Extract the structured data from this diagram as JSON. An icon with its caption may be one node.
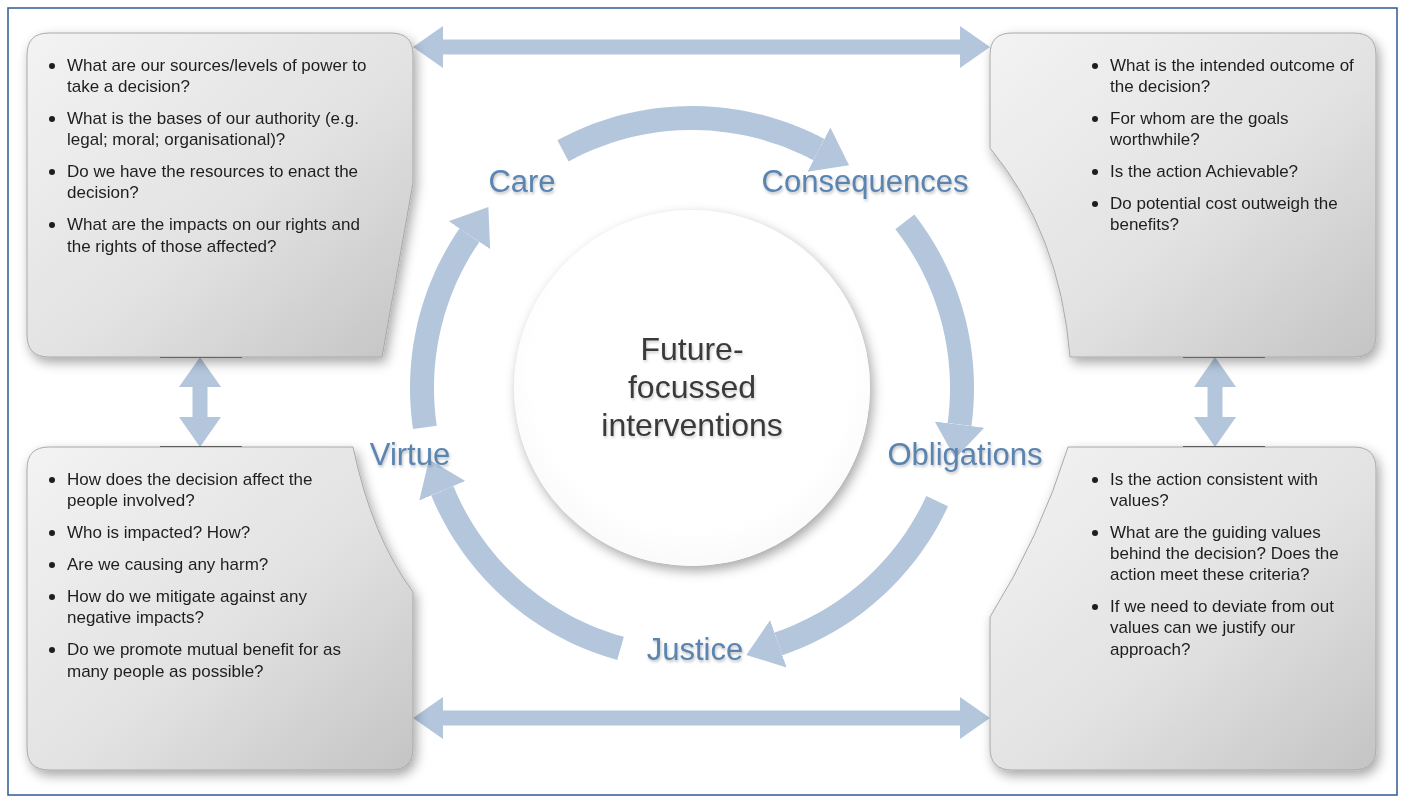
{
  "diagram": {
    "nodes": [
      {
        "text": [
          "What are our sources/levels of power to take a decision?",
          "What is the bases of our authority (e.g. legal; moral; organisational)?",
          "Do we have the resources to enact the decision?",
          "What are the impacts on our rights and the rights of those affected?"
        ]
      },
      {
        "text": [
          "What is the intended outcome of the decision?",
          "For whom are the goals worthwhile?",
          "Is the action Achievable?",
          "Do potential cost outweigh the benefits?"
        ]
      },
      {
        "text": [
          "How does the decision affect the people involved?",
          "Who is impacted? How?",
          "Are we causing any harm?",
          "How do we mitigate against any negative impacts?",
          "Do we promote mutual benefit for as many people as possible?"
        ]
      },
      {
        "text": [
          "Is the action consistent with values?",
          "What are the guiding values behind the decision? Does the action meet these criteria?",
          "If we need to deviate from out values can we justify our approach?"
        ]
      },
      {
        "text": [
          "Future- focussed interventions"
        ]
      },
      {
        "text": [
          "Care"
        ]
      },
      {
        "text": [
          "Consequences"
        ]
      },
      {
        "text": [
          "Obligations"
        ]
      },
      {
        "text": [
          "Justice"
        ]
      },
      {
        "text": [
          "Virtue"
        ]
      }
    ],
    "edges": [
      {
        "from": 0,
        "to": 1,
        "arrow": "both"
      },
      {
        "from": 0,
        "to": 2,
        "arrow": "both"
      },
      {
        "from": 1,
        "to": 3,
        "arrow": "both"
      },
      {
        "from": 2,
        "to": 3,
        "arrow": "both"
      },
      {
        "from": 5,
        "to": 6,
        "arrow": "to"
      },
      {
        "from": 6,
        "to": 7,
        "arrow": "to"
      },
      {
        "from": 7,
        "to": 8,
        "arrow": "to"
      },
      {
        "from": 8,
        "to": 9,
        "arrow": "to"
      },
      {
        "from": 9,
        "to": 5,
        "arrow": "to"
      }
    ]
  }
}
